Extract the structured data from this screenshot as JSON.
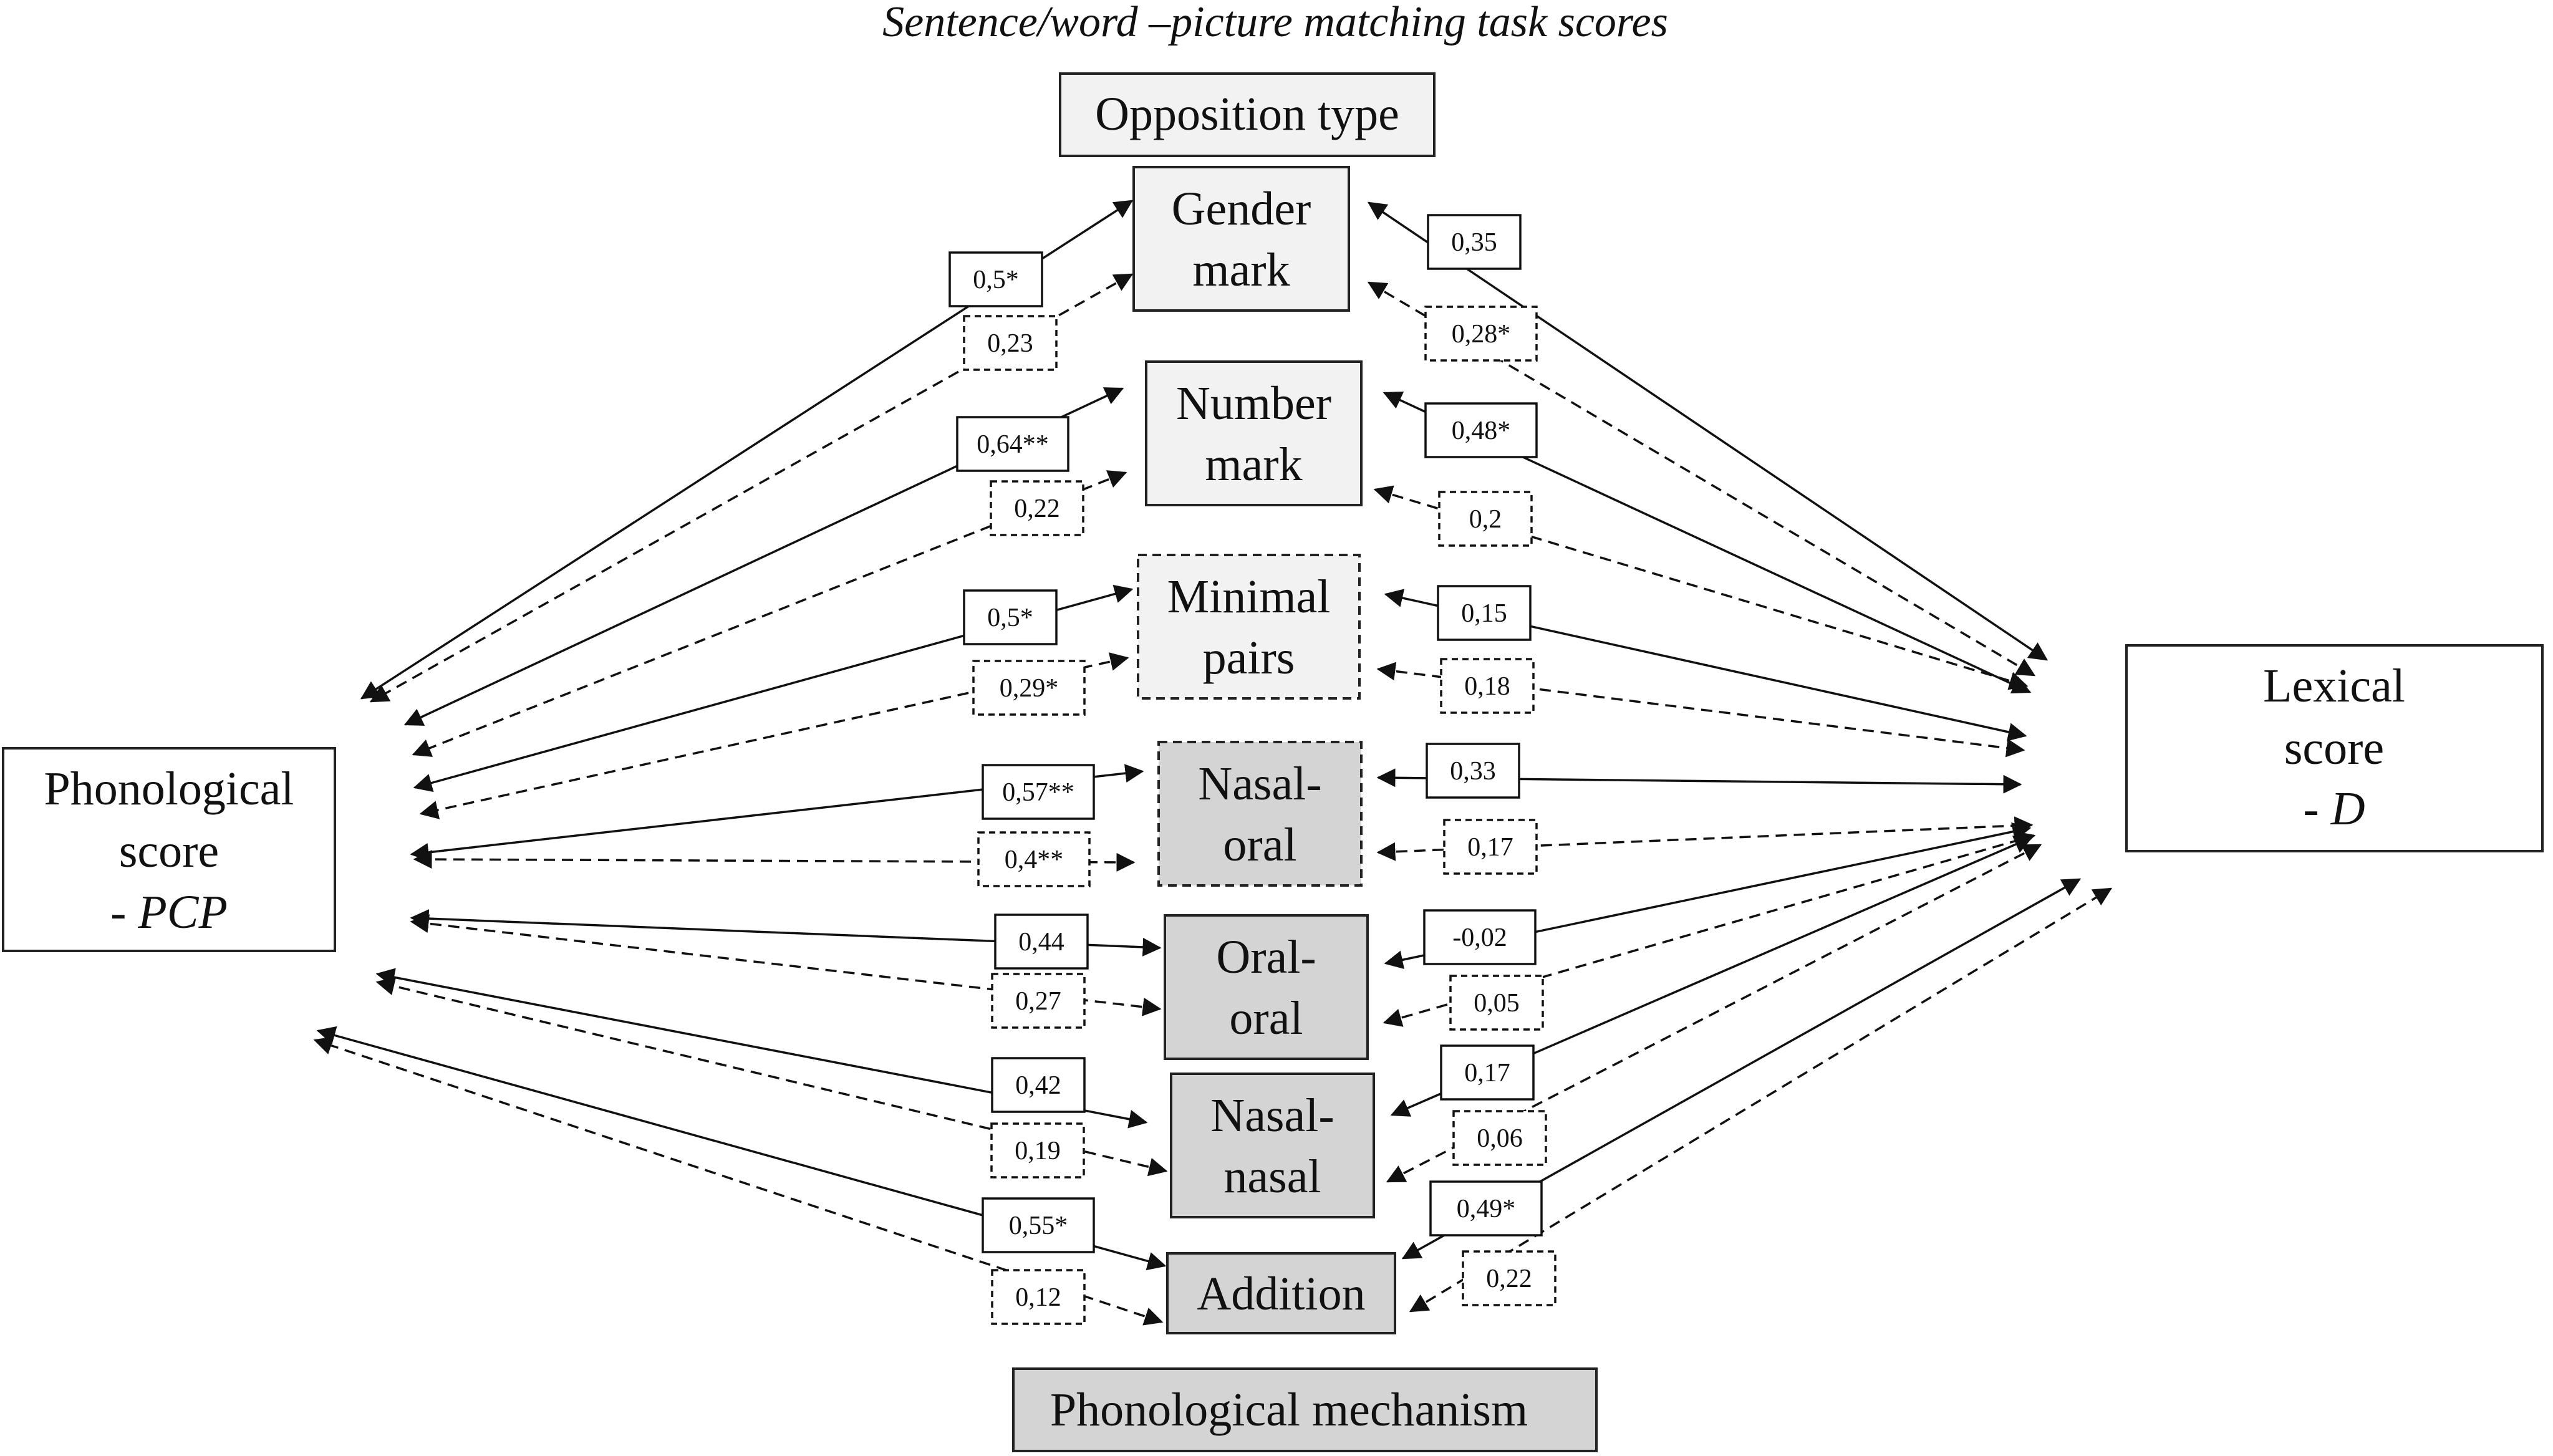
{
  "title": "Sentence/word –picture matching task scores",
  "category_top": "Opposition type",
  "category_bottom": "Phonological mechanism",
  "left_node": {
    "line1": "Phonological",
    "line2": "score",
    "prefix": "- ",
    "emph": "PCP"
  },
  "right_node": {
    "line1": "Lexical",
    "line2": "score",
    "prefix": "- ",
    "emph": "D"
  },
  "nodes": [
    {
      "id": "gender",
      "lines": [
        "Gender",
        "mark"
      ],
      "shade": "light",
      "border": "solid"
    },
    {
      "id": "number",
      "lines": [
        "Number",
        "mark"
      ],
      "shade": "light",
      "border": "solid"
    },
    {
      "id": "minimal",
      "lines": [
        "Minimal",
        "pairs"
      ],
      "shade": "light",
      "border": "dashed"
    },
    {
      "id": "nasal_oral",
      "lines": [
        "Nasal-",
        "oral"
      ],
      "shade": "dark",
      "border": "dashed"
    },
    {
      "id": "oral_oral",
      "lines": [
        "Oral-",
        "oral"
      ],
      "shade": "dark",
      "border": "solid"
    },
    {
      "id": "nasal_nasal",
      "lines": [
        "Nasal-",
        "nasal"
      ],
      "shade": "dark",
      "border": "solid"
    },
    {
      "id": "addition",
      "lines": [
        "Addition"
      ],
      "shade": "dark",
      "border": "solid"
    }
  ],
  "edges": [
    {
      "node": "gender",
      "side": "left",
      "style": "solid",
      "label": "0,5*"
    },
    {
      "node": "gender",
      "side": "left",
      "style": "dashed",
      "label": "0,23"
    },
    {
      "node": "gender",
      "side": "right",
      "style": "solid",
      "label": "0,35"
    },
    {
      "node": "gender",
      "side": "right",
      "style": "dashed",
      "label": "0,28*"
    },
    {
      "node": "number",
      "side": "left",
      "style": "solid",
      "label": "0,64**"
    },
    {
      "node": "number",
      "side": "left",
      "style": "dashed",
      "label": "0,22"
    },
    {
      "node": "number",
      "side": "right",
      "style": "solid",
      "label": "0,48*"
    },
    {
      "node": "number",
      "side": "right",
      "style": "dashed",
      "label": "0,2"
    },
    {
      "node": "minimal",
      "side": "left",
      "style": "solid",
      "label": "0,5*"
    },
    {
      "node": "minimal",
      "side": "left",
      "style": "dashed",
      "label": "0,29*"
    },
    {
      "node": "minimal",
      "side": "right",
      "style": "solid",
      "label": "0,15"
    },
    {
      "node": "minimal",
      "side": "right",
      "style": "dashed",
      "label": "0,18"
    },
    {
      "node": "nasal_oral",
      "side": "left",
      "style": "solid",
      "label": "0,57**"
    },
    {
      "node": "nasal_oral",
      "side": "left",
      "style": "dashed",
      "label": "0,4**"
    },
    {
      "node": "nasal_oral",
      "side": "right",
      "style": "solid",
      "label": "0,33"
    },
    {
      "node": "nasal_oral",
      "side": "right",
      "style": "dashed",
      "label": "0,17"
    },
    {
      "node": "oral_oral",
      "side": "left",
      "style": "solid",
      "label": "0,44"
    },
    {
      "node": "oral_oral",
      "side": "left",
      "style": "dashed",
      "label": "0,27"
    },
    {
      "node": "oral_oral",
      "side": "right",
      "style": "solid",
      "label": "-0,02"
    },
    {
      "node": "oral_oral",
      "side": "right",
      "style": "dashed",
      "label": "0,05"
    },
    {
      "node": "nasal_nasal",
      "side": "left",
      "style": "solid",
      "label": "0,42"
    },
    {
      "node": "nasal_nasal",
      "side": "left",
      "style": "dashed",
      "label": "0,19"
    },
    {
      "node": "nasal_nasal",
      "side": "right",
      "style": "solid",
      "label": "0,17"
    },
    {
      "node": "nasal_nasal",
      "side": "right",
      "style": "dashed",
      "label": "0,06"
    },
    {
      "node": "addition",
      "side": "left",
      "style": "solid",
      "label": "0,55*"
    },
    {
      "node": "addition",
      "side": "left",
      "style": "dashed",
      "label": "0,12"
    },
    {
      "node": "addition",
      "side": "right",
      "style": "solid",
      "label": "0,49*"
    },
    {
      "node": "addition",
      "side": "right",
      "style": "dashed",
      "label": "0,22"
    }
  ]
}
